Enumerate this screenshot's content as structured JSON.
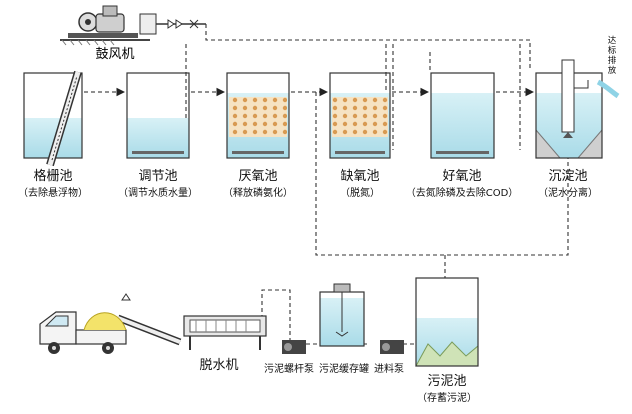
{
  "blower": {
    "label": "鼓风机"
  },
  "tanks": [
    {
      "name": "格栅池",
      "desc": "（去除悬浮物）"
    },
    {
      "name": "调节池",
      "desc": "（调节水质水量）"
    },
    {
      "name": "厌氧池",
      "desc": "（释放磷氨化）"
    },
    {
      "name": "缺氧池",
      "desc": "（脱氮）"
    },
    {
      "name": "好氧池",
      "desc": "（去氮除磷及去除COD）"
    },
    {
      "name": "沉淀池",
      "desc": "（泥水分离）"
    }
  ],
  "discharge": {
    "chars": [
      "达",
      "标",
      "排",
      "放"
    ]
  },
  "sludge": {
    "dewater_label": "脱水机",
    "screw_pump_label": "污泥螺杆泵",
    "buffer_tank_label": "污泥缓存罐",
    "feed_pump_label": "进料泵",
    "sludge_tank_name": "污泥池",
    "sludge_tank_desc": "（存蓄污泥）"
  },
  "colors": {
    "water": "#bfe6ef",
    "green": "#5aa832",
    "media": "#e2b472",
    "line": "#222222"
  }
}
